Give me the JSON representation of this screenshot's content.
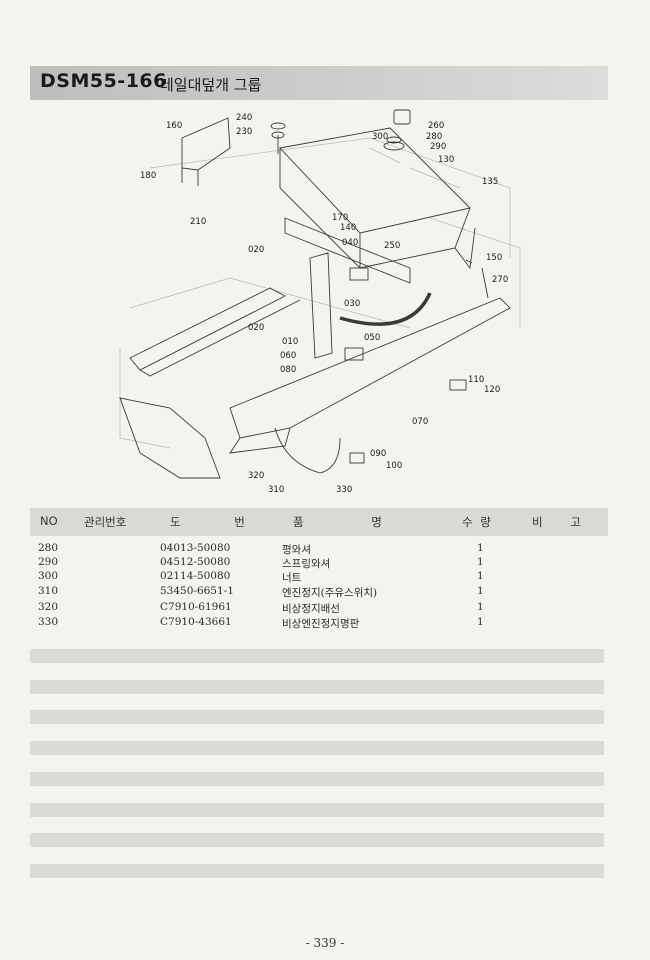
{
  "header": {
    "code": "DSM55-166",
    "name": "레일대덮개 그룹"
  },
  "diagram": {
    "labels": [
      "160",
      "240",
      "230",
      "260",
      "280",
      "300",
      "290",
      "130",
      "135",
      "180",
      "170",
      "140",
      "210",
      "040",
      "250",
      "020",
      "150",
      "270",
      "030",
      "050",
      "020",
      "010",
      "060",
      "080",
      "110",
      "120",
      "070",
      "090",
      "100",
      "320",
      "310",
      "330"
    ]
  },
  "table": {
    "headers": {
      "no": "NO",
      "mgmt": "관리번호",
      "drawing": "도 번",
      "name": "품 명",
      "qty": "수 량",
      "remark": "비 고"
    },
    "rows": [
      {
        "no": "280",
        "part": "04013-50080",
        "name": "평와셔",
        "qty": "1"
      },
      {
        "no": "290",
        "part": "04512-50080",
        "name": "스프링와셔",
        "qty": "1"
      },
      {
        "no": "300",
        "part": "02114-50080",
        "name": "너트",
        "qty": "1"
      },
      {
        "no": "310",
        "part": "53450-6651-1",
        "name": "엔진정지(주유스위치)",
        "qty": "1"
      },
      {
        "no": "320",
        "part": "C7910-61961",
        "name": "비상정지배선",
        "qty": "1"
      },
      {
        "no": "330",
        "part": "C7910-43661",
        "name": "비상엔진정지명판",
        "qty": "1"
      }
    ]
  },
  "footer": {
    "page": "- 339 -"
  }
}
